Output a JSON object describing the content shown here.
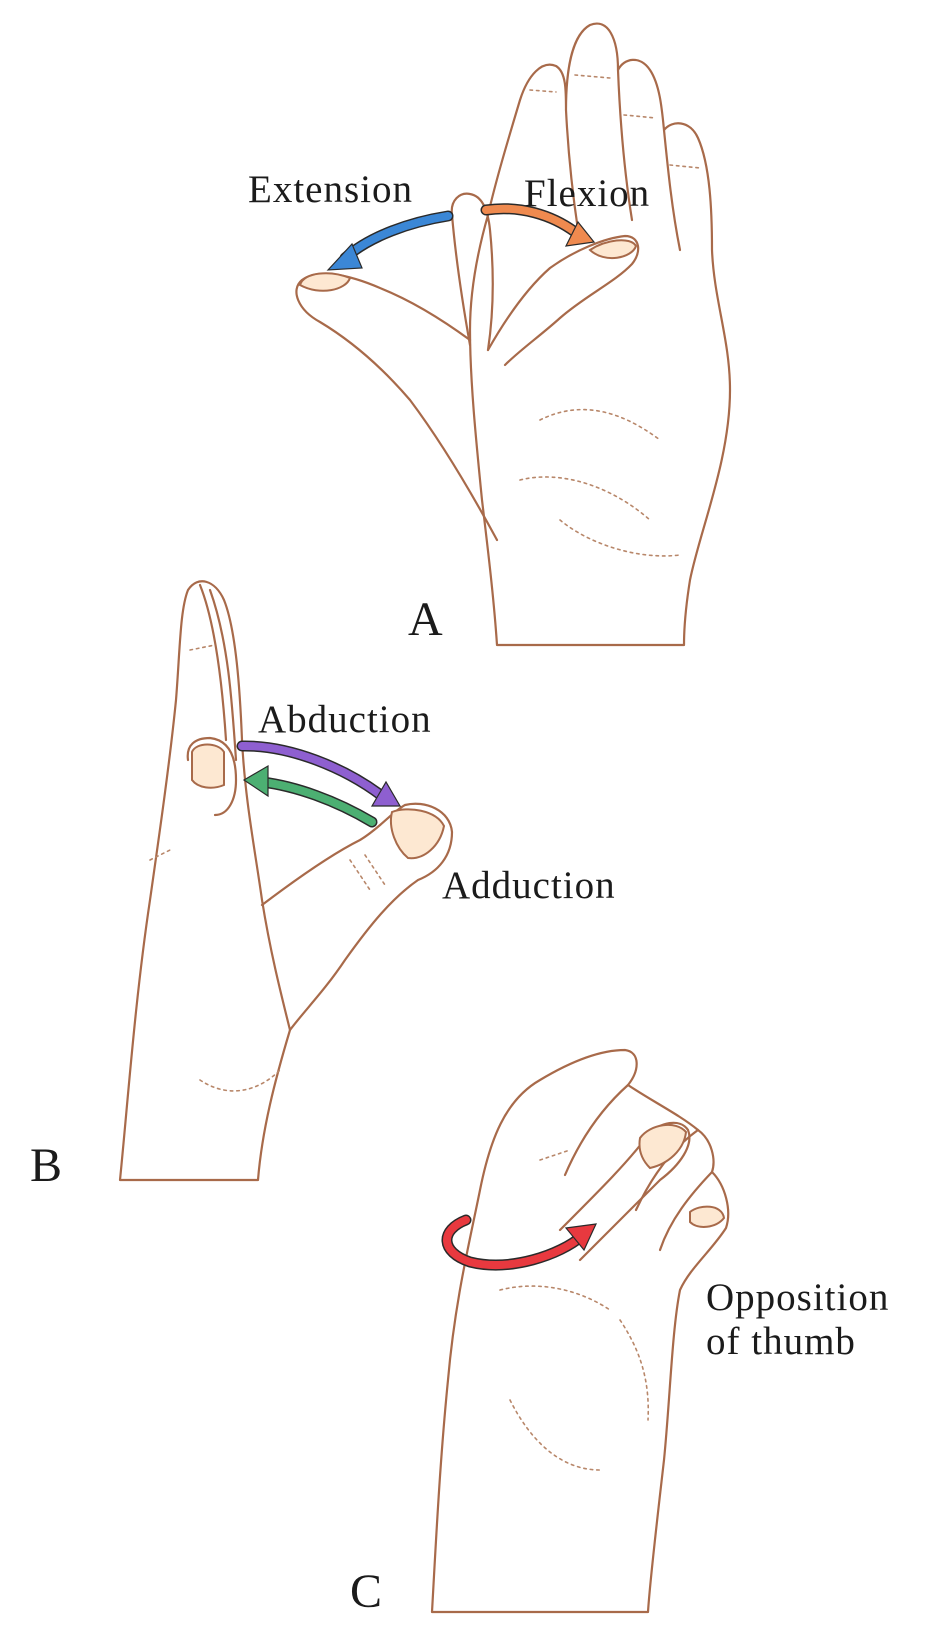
{
  "panels": {
    "a": {
      "letter": "A",
      "labels": {
        "extension": "Extension",
        "flexion": "Flexion"
      }
    },
    "b": {
      "letter": "B",
      "labels": {
        "abduction": "Abduction",
        "adduction": "Adduction"
      }
    },
    "c": {
      "letter": "C",
      "labels": {
        "opposition_line1": "Opposition",
        "opposition_line2": "of thumb"
      }
    }
  },
  "colors": {
    "skin": "#f8d3ad",
    "skin_light": "#fbe3c9",
    "outline": "#a86a4a",
    "extension_arrow": "#3b87d6",
    "flexion_arrow": "#ef8a4f",
    "abduction_arrow": "#8e5fd0",
    "adduction_arrow": "#4caf72",
    "opposition_arrow": "#e8393f"
  },
  "icons": {
    "extension_arrow": "curved-arrow-left",
    "flexion_arrow": "curved-arrow-right",
    "abduction_arrow": "curved-arrow-right",
    "adduction_arrow": "curved-arrow-left",
    "opposition_arrow": "circular-arrow"
  }
}
